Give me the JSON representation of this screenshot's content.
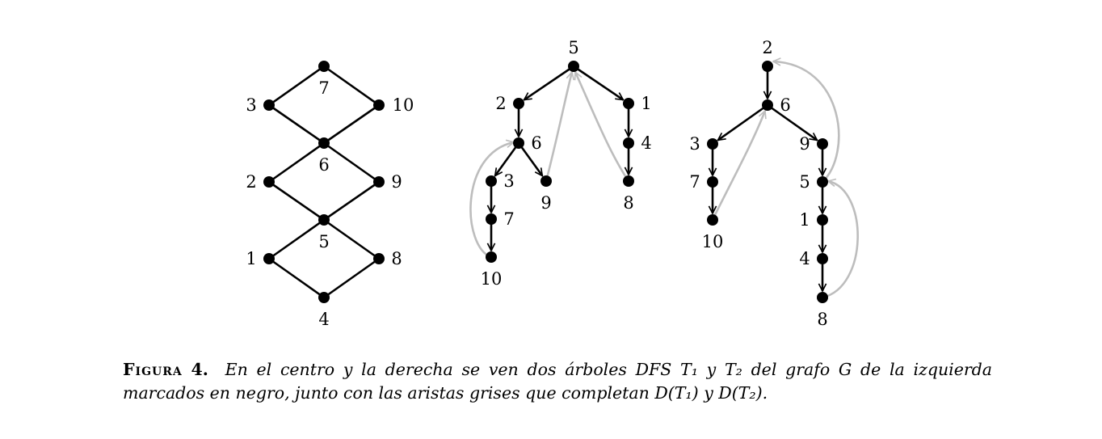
{
  "graphs": [
    {
      "id": "G",
      "nodes": [
        {
          "id": "7",
          "label": "7"
        },
        {
          "id": "3",
          "label": "3"
        },
        {
          "id": "10",
          "label": "10"
        },
        {
          "id": "6",
          "label": "6"
        },
        {
          "id": "2",
          "label": "2"
        },
        {
          "id": "9",
          "label": "9"
        },
        {
          "id": "5",
          "label": "5"
        },
        {
          "id": "1",
          "label": "1"
        },
        {
          "id": "8",
          "label": "8"
        },
        {
          "id": "4",
          "label": "4"
        }
      ],
      "black_edges": [
        [
          "7",
          "3"
        ],
        [
          "7",
          "10"
        ],
        [
          "3",
          "6"
        ],
        [
          "10",
          "6"
        ],
        [
          "6",
          "2"
        ],
        [
          "6",
          "9"
        ],
        [
          "2",
          "5"
        ],
        [
          "9",
          "5"
        ],
        [
          "5",
          "1"
        ],
        [
          "5",
          "8"
        ],
        [
          "1",
          "4"
        ],
        [
          "8",
          "4"
        ]
      ],
      "gray_edges": []
    },
    {
      "id": "T1",
      "nodes": [
        {
          "id": "5",
          "label": "5"
        },
        {
          "id": "2",
          "label": "2"
        },
        {
          "id": "1",
          "label": "1"
        },
        {
          "id": "6",
          "label": "6"
        },
        {
          "id": "4",
          "label": "4"
        },
        {
          "id": "3",
          "label": "3"
        },
        {
          "id": "9",
          "label": "9"
        },
        {
          "id": "8",
          "label": "8"
        },
        {
          "id": "7",
          "label": "7"
        },
        {
          "id": "10",
          "label": "10"
        }
      ],
      "black_edges": [
        [
          "5",
          "2"
        ],
        [
          "5",
          "1"
        ],
        [
          "2",
          "6"
        ],
        [
          "1",
          "4"
        ],
        [
          "4",
          "8"
        ],
        [
          "6",
          "3"
        ],
        [
          "6",
          "9"
        ],
        [
          "3",
          "7"
        ],
        [
          "7",
          "10"
        ]
      ],
      "gray_edges": [
        [
          "10",
          "6"
        ],
        [
          "9",
          "5"
        ],
        [
          "8",
          "5"
        ]
      ]
    },
    {
      "id": "T2",
      "nodes": [
        {
          "id": "2",
          "label": "2"
        },
        {
          "id": "6",
          "label": "6"
        },
        {
          "id": "3",
          "label": "3"
        },
        {
          "id": "9",
          "label": "9"
        },
        {
          "id": "7",
          "label": "7"
        },
        {
          "id": "5",
          "label": "5"
        },
        {
          "id": "10",
          "label": "10"
        },
        {
          "id": "1",
          "label": "1"
        },
        {
          "id": "4",
          "label": "4"
        },
        {
          "id": "8",
          "label": "8"
        }
      ],
      "black_edges": [
        [
          "2",
          "6"
        ],
        [
          "6",
          "3"
        ],
        [
          "6",
          "9"
        ],
        [
          "3",
          "7"
        ],
        [
          "7",
          "10"
        ],
        [
          "9",
          "5"
        ],
        [
          "5",
          "1"
        ],
        [
          "1",
          "4"
        ],
        [
          "4",
          "8"
        ]
      ],
      "gray_edges": [
        [
          "10",
          "6"
        ],
        [
          "5",
          "2"
        ],
        [
          "8",
          "5"
        ]
      ]
    }
  ],
  "caption": {
    "label": "Figura",
    "number": "4.",
    "text": "En el centro y la derecha se ven dos árboles DFS T₁ y T₂ del grafo G de la izquierda marcados en negro, junto con las aristas grises que completan D(T₁) y D(T₂)."
  }
}
